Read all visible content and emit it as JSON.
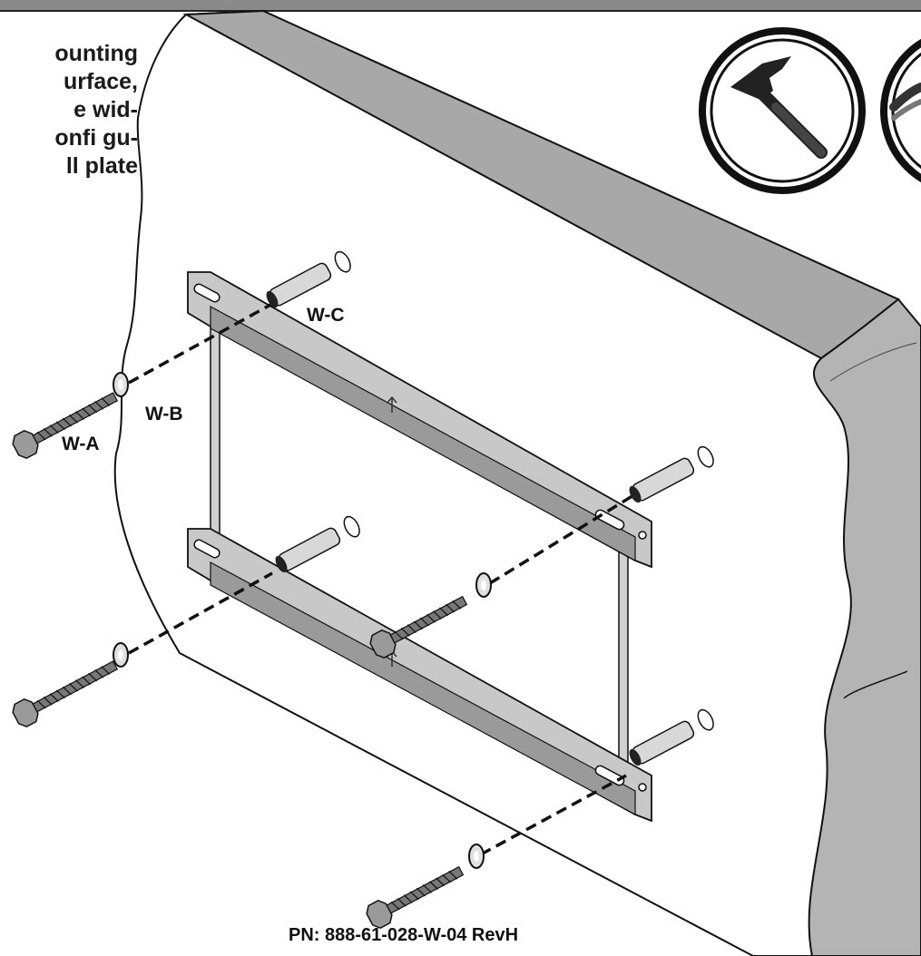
{
  "instruction_lines": [
    "ounting",
    "urface,",
    "e wid-",
    "onfi gu-",
    "ll plate"
  ],
  "labels": {
    "wa": "W-A",
    "wb": "W-B",
    "wc": "W-C"
  },
  "part_number": "PN: 888-61-028-W-04 RevH",
  "icons": [
    "hammer-icon",
    "drill-bit-icon"
  ],
  "colors": {
    "outline": "#111111",
    "wall_edge": "#aaaaaa",
    "bracket": "#bdbdbd",
    "frame": "#888888"
  }
}
